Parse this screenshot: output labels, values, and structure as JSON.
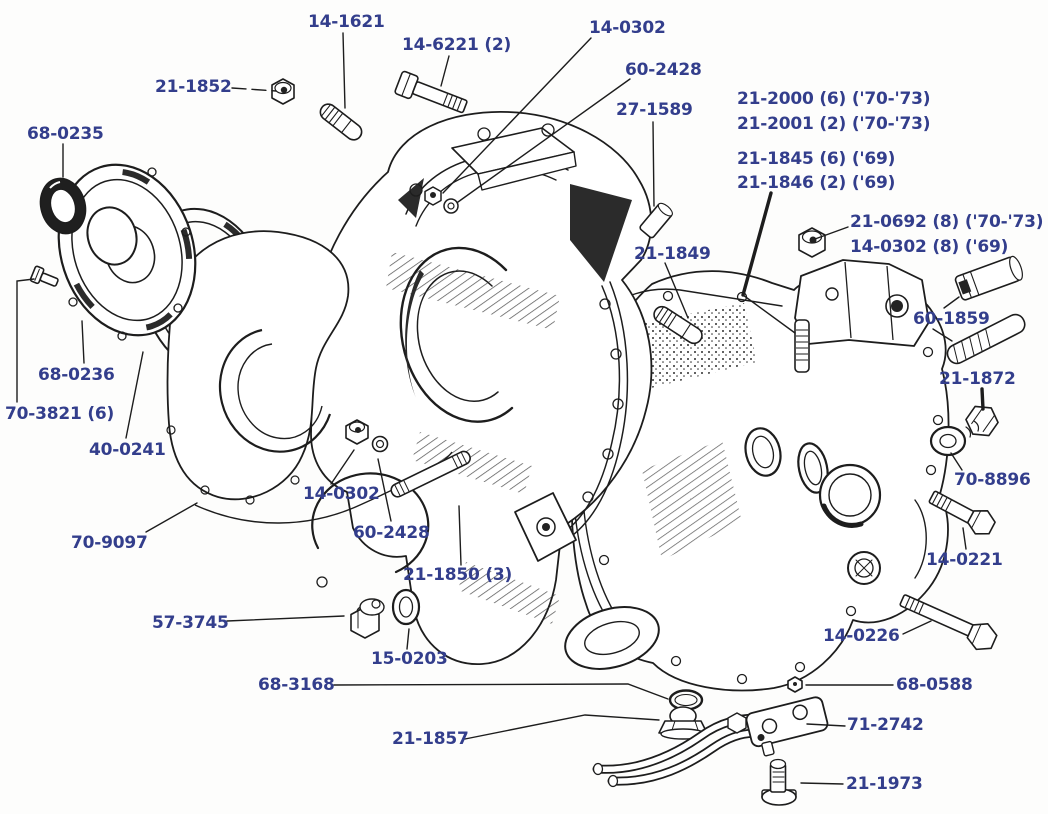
{
  "diagram": {
    "background_color": "#fdfdfc",
    "label_color": "#333e8c",
    "line_color": "#1d1d1d",
    "labels": [
      {
        "text": "14-1621"
      },
      {
        "text": "14-6221 (2)"
      },
      {
        "text": "14-0302"
      },
      {
        "text": "60-2428"
      },
      {
        "text": "21-1852"
      },
      {
        "text": "27-1589"
      },
      {
        "text": "68-0235"
      },
      {
        "text": "21-2000 (6) ('70-'73)"
      },
      {
        "text": "21-2001 (2) ('70-'73)"
      },
      {
        "text": "21-1845 (6) ('69)"
      },
      {
        "text": "21-1846 (2) ('69)"
      },
      {
        "text": "21-0692 (8) ('70-'73)"
      },
      {
        "text": "14-0302 (8) ('69)"
      },
      {
        "text": "21-1849"
      },
      {
        "text": "60-1859"
      },
      {
        "text": "21-1872"
      },
      {
        "text": "68-0236"
      },
      {
        "text": "70-3821 (6)"
      },
      {
        "text": "40-0241"
      },
      {
        "text": "14-0302"
      },
      {
        "text": "60-2428"
      },
      {
        "text": "70-9097"
      },
      {
        "text": "21-1850 (3)"
      },
      {
        "text": "70-8896"
      },
      {
        "text": "14-0221"
      },
      {
        "text": "57-3745"
      },
      {
        "text": "15-0203"
      },
      {
        "text": "68-3168"
      },
      {
        "text": "14-0226"
      },
      {
        "text": "68-0588"
      },
      {
        "text": "21-1857"
      },
      {
        "text": "71-2742"
      },
      {
        "text": "21-1973"
      }
    ]
  }
}
